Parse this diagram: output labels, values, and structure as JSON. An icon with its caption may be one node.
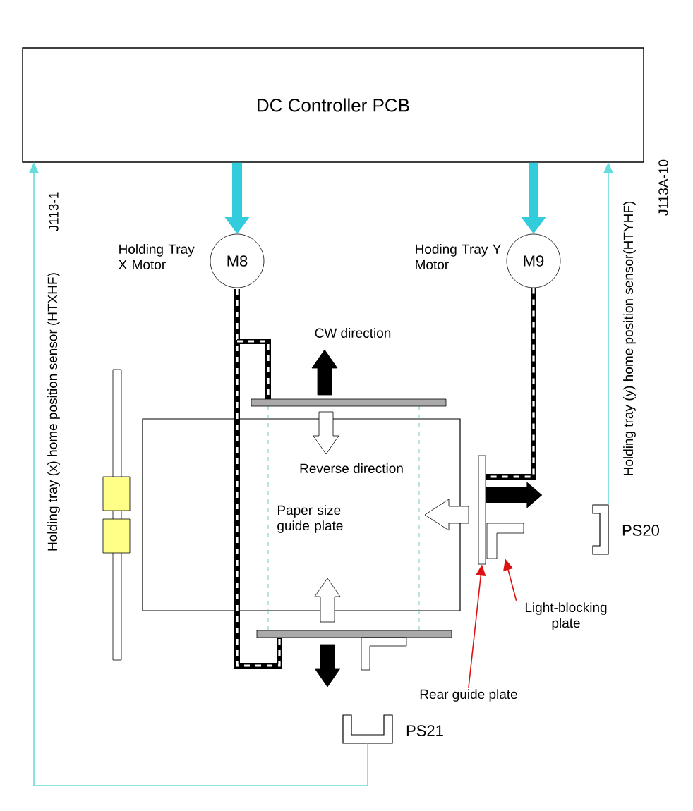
{
  "diagram": {
    "nodes": [
      {
        "text": [
          "DC Controller PCB"
        ]
      },
      {
        "text": [
          "M8"
        ],
        "beside": [
          "Holding Tray X Motor"
        ]
      },
      {
        "text": [
          "M9"
        ],
        "beside": [
          "Hoding Tray Y Motor"
        ]
      },
      {
        "text": [
          "Rear guide plate"
        ]
      },
      {
        "text": [
          "Light-blocking plate"
        ]
      },
      {
        "text": [],
        "shape": "bar"
      },
      {
        "text": [],
        "shape": "bar"
      },
      {
        "text": [],
        "shape": "bracket",
        "beside": [
          "PS20"
        ]
      },
      {
        "text": [],
        "shape": "bracket",
        "beside": [
          "PS21"
        ]
      }
    ],
    "edges": [
      {
        "from": 0,
        "to": 1,
        "arrow": "to",
        "style": "thick",
        "color": "#33ccdd"
      },
      {
        "from": 0,
        "to": 2,
        "arrow": "to",
        "style": "thick",
        "color": "#33ccdd"
      },
      {
        "from": 8,
        "to": 0,
        "arrow": "to",
        "label": "Holding tray (x) home position sensor (HTXHF)",
        "color": "#66dddd"
      },
      {
        "from": 7,
        "to": 0,
        "arrow": "to",
        "label": "Holding tray (y) home position sensor(HTYHF)",
        "color": "#66dddd"
      },
      {
        "from": 2,
        "to": 5,
        "arrow": "none",
        "style": "thick",
        "color": "#000000"
      },
      {
        "from": 5,
        "to": null,
        "arrow": "to",
        "style": "thick",
        "color": "#000000"
      },
      {
        "from": 3,
        "to": 5,
        "arrow": "to",
        "color": "#dd1111"
      },
      {
        "from": 4,
        "to": 6,
        "arrow": "to",
        "color": "#dd1111"
      }
    ],
    "labels": [
      "J113-1",
      "J113A-10",
      "CW direction",
      "Reverse direction",
      "Paper size guide plate"
    ]
  }
}
